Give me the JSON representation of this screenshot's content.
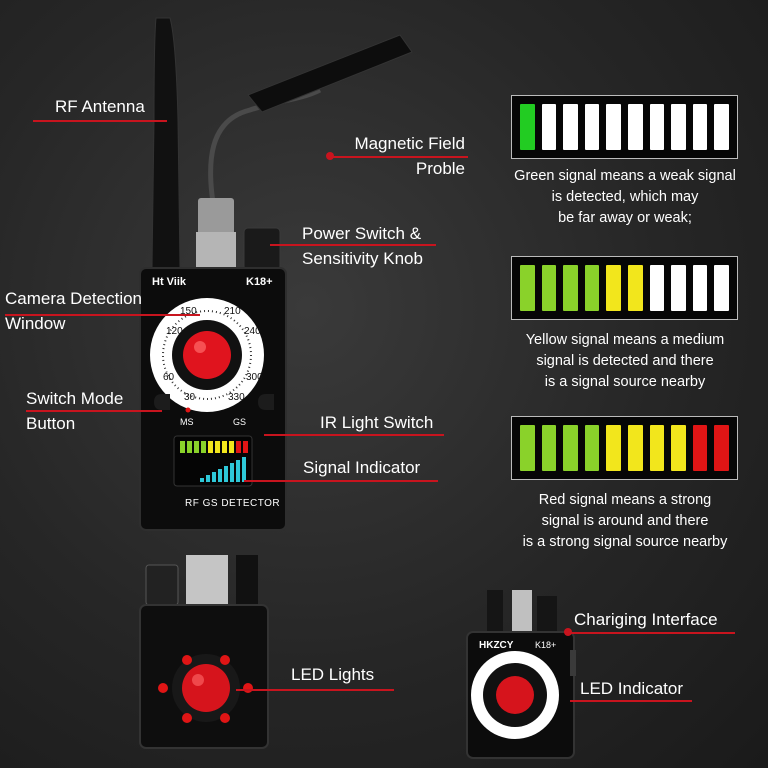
{
  "labels": {
    "rf_antenna": "RF Antenna",
    "magnetic_probe": "Magnetic Field\nProble",
    "power_switch": "Power Switch &\nSensitivity Knob",
    "camera_window": "Camera Detection\nWindow",
    "switch_mode": "Switch Mode\nButton",
    "ir_switch": "IR Light Switch",
    "signal_indicator": "Signal Indicator",
    "led_lights": "LED Lights",
    "charging": "Chariging Interface",
    "led_indicator": "LED Indicator"
  },
  "device": {
    "brand": "Ht Viik",
    "model": "K18+",
    "footer": "RF GS DETECTOR",
    "ms": "MS",
    "gs": "GS",
    "dial_numbers": [
      "120",
      "150",
      "210",
      "240",
      "300",
      "330",
      "30",
      "60"
    ],
    "small_brand": "HKZCY",
    "small_model": "K18+"
  },
  "signals": [
    {
      "id": "weak",
      "bars": [
        "#22cc22",
        "#ffffff",
        "#ffffff",
        "#ffffff",
        "#ffffff",
        "#ffffff",
        "#ffffff",
        "#ffffff",
        "#ffffff",
        "#ffffff"
      ],
      "description": "Green signal means a weak signal\nis detected, which may\nbe far away or weak;"
    },
    {
      "id": "medium",
      "bars": [
        "#8ad22a",
        "#8ad22a",
        "#8ad22a",
        "#8ad22a",
        "#f2e61c",
        "#f2e61c",
        "#ffffff",
        "#ffffff",
        "#ffffff",
        "#ffffff"
      ],
      "description": "Yellow signal means a medium\nsignal is detected and there\nis a signal source nearby"
    },
    {
      "id": "strong",
      "bars": [
        "#8ad22a",
        "#8ad22a",
        "#8ad22a",
        "#8ad22a",
        "#f2e61c",
        "#f2e61c",
        "#f2e61c",
        "#f2e61c",
        "#e01515",
        "#e01515"
      ],
      "description": "Red signal means a strong\nsignal is around and there\nis a strong signal source nearby"
    }
  ],
  "colors": {
    "accent_line": "#c8141e",
    "lens_red": "#e0141e"
  }
}
